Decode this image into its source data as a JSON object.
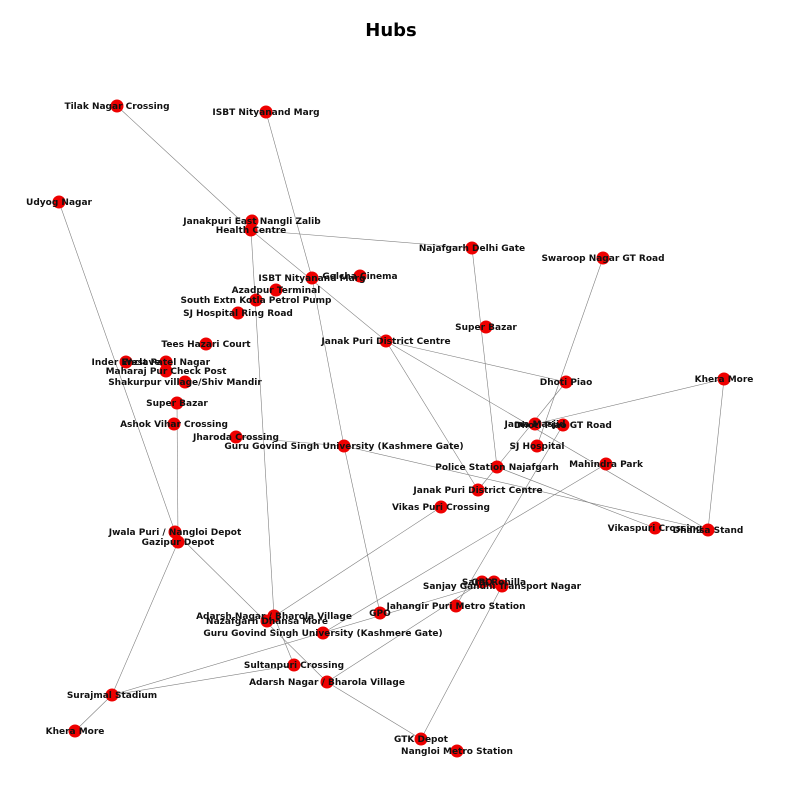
{
  "title": "Hubs",
  "node_color": "#ee0000",
  "edge_color": "#808080",
  "nodes": [
    {
      "id": "n1",
      "label": "Tilak Nagar Crossing"
    },
    {
      "id": "n2",
      "label": "ISBT Nityanand Marg"
    },
    {
      "id": "n3",
      "label": "Udyog Nagar"
    },
    {
      "id": "n4",
      "label": "Janakpuri East Nangli Zalib"
    },
    {
      "id": "n5",
      "label": "Health Centre"
    },
    {
      "id": "n6",
      "label": "Najafgarh Delhi Gate"
    },
    {
      "id": "n7",
      "label": "Swaroop Nagar GT Road"
    },
    {
      "id": "n8",
      "label": "ISBT Nityanand Marg"
    },
    {
      "id": "n9",
      "label": "Golcha Cinema"
    },
    {
      "id": "n10",
      "label": "Azadpur Terminal"
    },
    {
      "id": "n11",
      "label": "South Extn Kotla Petrol Pump"
    },
    {
      "id": "n12",
      "label": "SJ Hospital Ring Road"
    },
    {
      "id": "n13",
      "label": "Super Bazar"
    },
    {
      "id": "n14",
      "label": "Janak Puri  District Centre"
    },
    {
      "id": "n15",
      "label": "Tees Hazari Court"
    },
    {
      "id": "n16",
      "label": "Inder Enclave"
    },
    {
      "id": "n17",
      "label": "West Patel Nagar"
    },
    {
      "id": "n18",
      "label": "Maharaj Pur Check Post"
    },
    {
      "id": "n19",
      "label": "Shakurpur village/Shiv Mandir"
    },
    {
      "id": "n20",
      "label": "Dhoti Piao"
    },
    {
      "id": "n21",
      "label": "Khera More"
    },
    {
      "id": "n22",
      "label": "Super Bazar"
    },
    {
      "id": "n23",
      "label": "Ashok Vihar Crossing"
    },
    {
      "id": "n24",
      "label": "Jama Masjid"
    },
    {
      "id": "n25",
      "label": "Dhoti Piao GT Road"
    },
    {
      "id": "n26",
      "label": "Jharoda Crossing"
    },
    {
      "id": "n27",
      "label": "Guru Govind Singh University (Kashmere Gate)"
    },
    {
      "id": "n28",
      "label": "SJ Hospital"
    },
    {
      "id": "n29",
      "label": "Police Station Najafgarh"
    },
    {
      "id": "n30",
      "label": "Mahindra Park"
    },
    {
      "id": "n31",
      "label": "Janak Puri District Centre"
    },
    {
      "id": "n32",
      "label": "Vikas Puri Crossing"
    },
    {
      "id": "n33",
      "label": "Vikaspuri Crossing"
    },
    {
      "id": "n34",
      "label": "Dhansa Stand"
    },
    {
      "id": "n35",
      "label": "Jwala Puri / Nangloi Depot"
    },
    {
      "id": "n36",
      "label": "Gazipur Depot"
    },
    {
      "id": "n37",
      "label": "Sarai Rohilla"
    },
    {
      "id": "n38",
      "label": "GPO"
    },
    {
      "id": "n39",
      "label": "Sanjay Gandhi Transport Nagar"
    },
    {
      "id": "n40",
      "label": "Jahangir Puri Metro Station"
    },
    {
      "id": "n41",
      "label": "Adarsh Nagar / Bharola Village"
    },
    {
      "id": "n42",
      "label": "GPO"
    },
    {
      "id": "n43",
      "label": "Nazafgarh Dhansa More"
    },
    {
      "id": "n44",
      "label": "Guru Govind Singh University (Kashmere Gate)"
    },
    {
      "id": "n45",
      "label": "Sultanpuri Crossing"
    },
    {
      "id": "n46",
      "label": "Surajmal Stadium"
    },
    {
      "id": "n47",
      "label": "Adarsh Nagar / Bharola Village"
    },
    {
      "id": "n48",
      "label": "Khera More"
    },
    {
      "id": "n49",
      "label": "GTK Depot"
    },
    {
      "id": "n50",
      "label": "Nangloi Metro Station"
    }
  ],
  "edges": [
    [
      "n1",
      "n5"
    ],
    [
      "n2",
      "n8"
    ],
    [
      "n8",
      "n27"
    ],
    [
      "n27",
      "n42"
    ],
    [
      "n5",
      "n6"
    ],
    [
      "n5",
      "n14"
    ],
    [
      "n5",
      "n41"
    ],
    [
      "n6",
      "n29"
    ],
    [
      "n3",
      "n35"
    ],
    [
      "n22",
      "n36"
    ],
    [
      "n36",
      "n46"
    ],
    [
      "n46",
      "n48"
    ],
    [
      "n35",
      "n47"
    ],
    [
      "n47",
      "n49"
    ],
    [
      "n49",
      "n39"
    ],
    [
      "n14",
      "n20"
    ],
    [
      "n20",
      "n31"
    ],
    [
      "n14",
      "n31"
    ],
    [
      "n14",
      "n34"
    ],
    [
      "n7",
      "n28"
    ],
    [
      "n21",
      "n24"
    ],
    [
      "n21",
      "n34"
    ],
    [
      "n26",
      "n27"
    ],
    [
      "n27",
      "n34"
    ],
    [
      "n32",
      "n43"
    ],
    [
      "n29",
      "n33"
    ],
    [
      "n25",
      "n40"
    ],
    [
      "n46",
      "n45"
    ],
    [
      "n45",
      "n41"
    ],
    [
      "n46",
      "n37"
    ],
    [
      "n30",
      "n44"
    ],
    [
      "n38",
      "n47"
    ]
  ]
}
